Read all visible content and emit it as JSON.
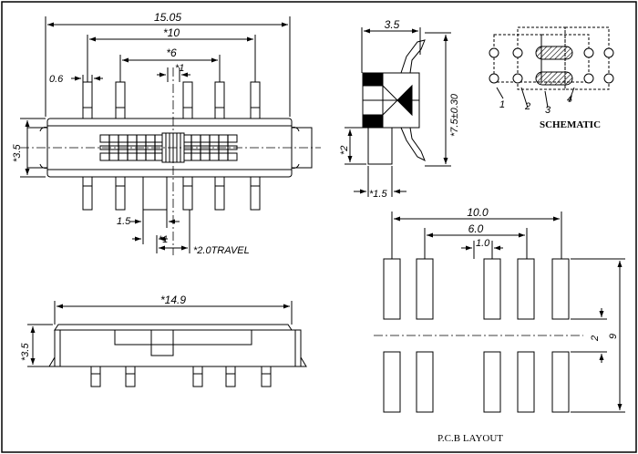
{
  "dims": {
    "top_overall": "15.05",
    "top_outer_pitch": "*10",
    "top_inner_pitch": "*6",
    "top_center": "*1",
    "pin_width": "0.6",
    "body_height": "*3.5",
    "handle_width": "1.5",
    "handle_offset": "*1",
    "travel": "*2.0TRAVEL",
    "side_width": "3.5",
    "side_height": "*7.5±0.30",
    "side_lead": "*2",
    "side_base": "*1.5",
    "front_length": "*14.9",
    "front_height": "*3.5",
    "pcb_outer": "10.0",
    "pcb_inner": "6.0",
    "pcb_pad": "1.0",
    "pcb_row_gap": "2",
    "pcb_total": "9"
  },
  "schematic": {
    "title": "SCHEMATIC",
    "labels": [
      "1",
      "2",
      "3",
      "4"
    ]
  },
  "pcb": {
    "title": "P.C.B LAYOUT"
  }
}
